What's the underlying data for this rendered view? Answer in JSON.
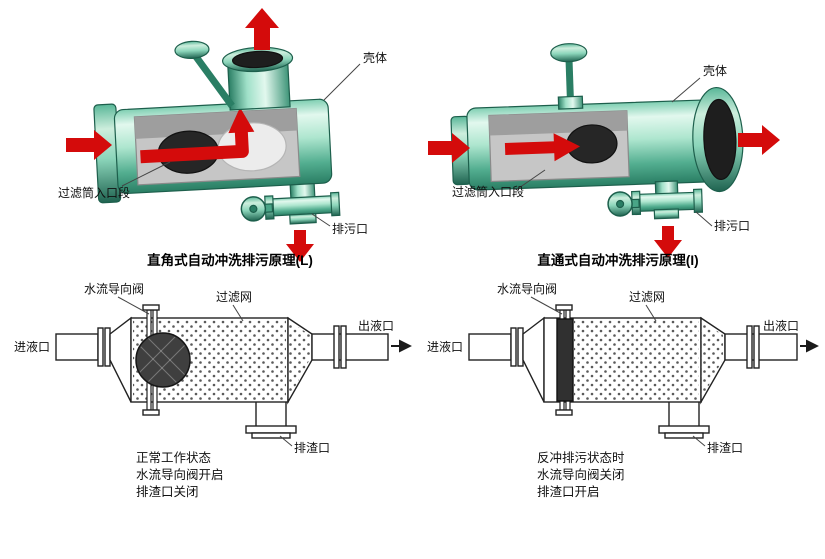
{
  "colors": {
    "teal_light": "#e2f8ee",
    "teal_mid": "#53ae90",
    "teal_dark": "#1f6350",
    "arrow_red": "#d40b0b",
    "line_black": "#222222",
    "interior_gray": "#c6c6c6"
  },
  "figure_top_left": {
    "caption": "直角式自动冲洗排污原理(L)",
    "labels": {
      "housing": "壳体",
      "filter_inlet_section": "过滤筒入口段",
      "drain_port": "排污口"
    }
  },
  "figure_top_right": {
    "caption": "直通式自动冲洗排污原理(I)",
    "labels": {
      "housing": "壳体",
      "filter_inlet_section": "过滤筒入口段",
      "drain_port": "排污口"
    }
  },
  "figure_bottom_left": {
    "labels": {
      "diverter_valve": "水流导向阀",
      "filter_mesh": "过滤网",
      "inlet": "进液口",
      "outlet": "出液口",
      "slag_port": "排渣口"
    },
    "status_lines": [
      "正常工作状态",
      "水流导向阀开启",
      "排渣口关闭"
    ]
  },
  "figure_bottom_right": {
    "labels": {
      "diverter_valve": "水流导向阀",
      "filter_mesh": "过滤网",
      "inlet": "进液口",
      "outlet": "出液口",
      "slag_port": "排渣口"
    },
    "status_lines": [
      "反冲排污状态时",
      "水流导向阀关闭",
      "排渣口开启"
    ]
  }
}
